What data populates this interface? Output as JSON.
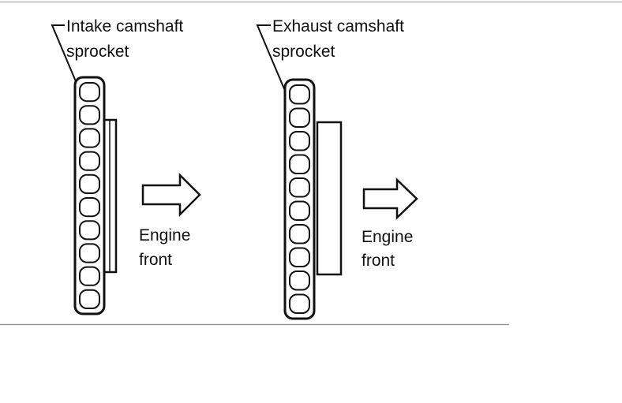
{
  "diagram": {
    "left": {
      "label_line1": "Intake camshaft",
      "label_line2": "sprocket",
      "direction_line1": "Engine",
      "direction_line2": "front"
    },
    "right": {
      "label_line1": "Exhaust camshaft",
      "label_line2": "sprocket",
      "direction_line1": "Engine",
      "direction_line2": "front"
    }
  },
  "colors": {
    "ink": "#111111",
    "rule": "#999999",
    "background": "#ffffff"
  }
}
